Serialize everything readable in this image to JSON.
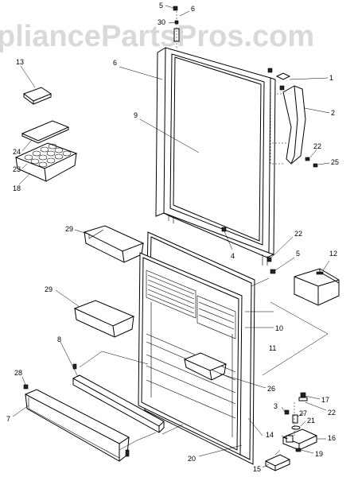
{
  "watermark": "pliancePartsPros.com",
  "labels": {
    "l5a": "5",
    "l6a": "6",
    "l30": "30",
    "l13": "13",
    "l6b": "6",
    "l1": "1",
    "l9": "9",
    "l2": "2",
    "l24": "24",
    "l23": "23",
    "l18": "18",
    "l22a": "22",
    "l25": "25",
    "l29a": "29",
    "l22b": "22",
    "l4": "4",
    "l5b": "5",
    "l12": "12",
    "l29b": "29",
    "l8": "8",
    "l10": "10",
    "l11": "11",
    "l26": "26",
    "l28": "28",
    "l17": "17",
    "l3": "3",
    "l27": "27",
    "l22c": "22",
    "l21": "21",
    "l7": "7",
    "l14": "14",
    "l16": "16",
    "l20": "20",
    "l19": "19",
    "l15": "15"
  }
}
